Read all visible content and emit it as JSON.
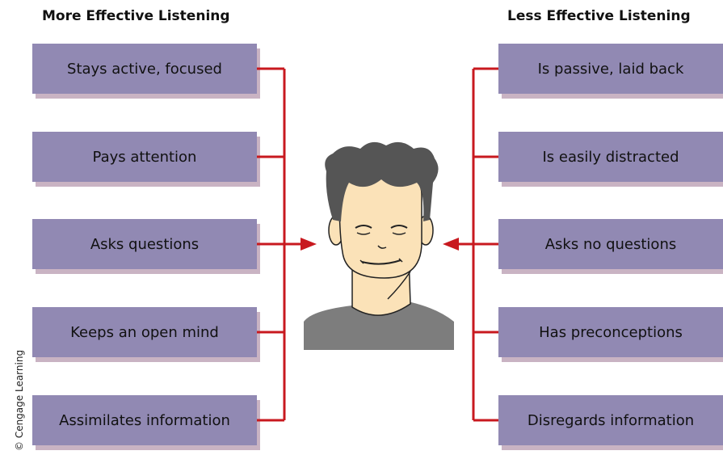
{
  "left_heading": "More Effective Listening",
  "right_heading": "Less Effective Listening",
  "left_items": [
    "Stays active, focused",
    "Pays attention",
    "Asks questions",
    "Keeps an open mind",
    "Assimilates information"
  ],
  "right_items": [
    "Is passive, laid back",
    "Is easily distracted",
    "Asks no questions",
    "Has preconceptions",
    "Disregards information"
  ],
  "credit": "© Cengage Learning",
  "colors": {
    "box": "#9189b3",
    "box_shadow": "#c9b3c3",
    "connector": "#c8191f",
    "skin": "#fbe2b8",
    "hair": "#555555",
    "shirt": "#7d7d7d"
  }
}
